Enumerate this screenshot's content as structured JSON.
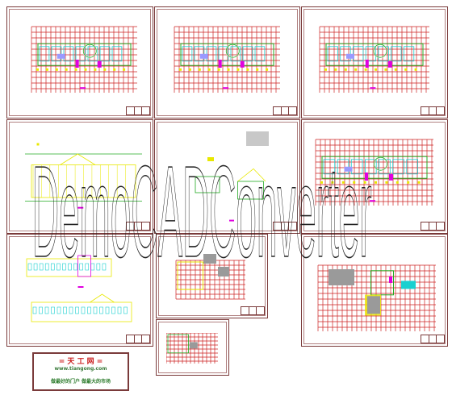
{
  "logo": {
    "title": "= 天 工 网 =",
    "url": "www.tiangong.com",
    "slogan": "做最好的门户  做最大的市场"
  },
  "watermark": {
    "text": "DemoCADConverter"
  }
}
